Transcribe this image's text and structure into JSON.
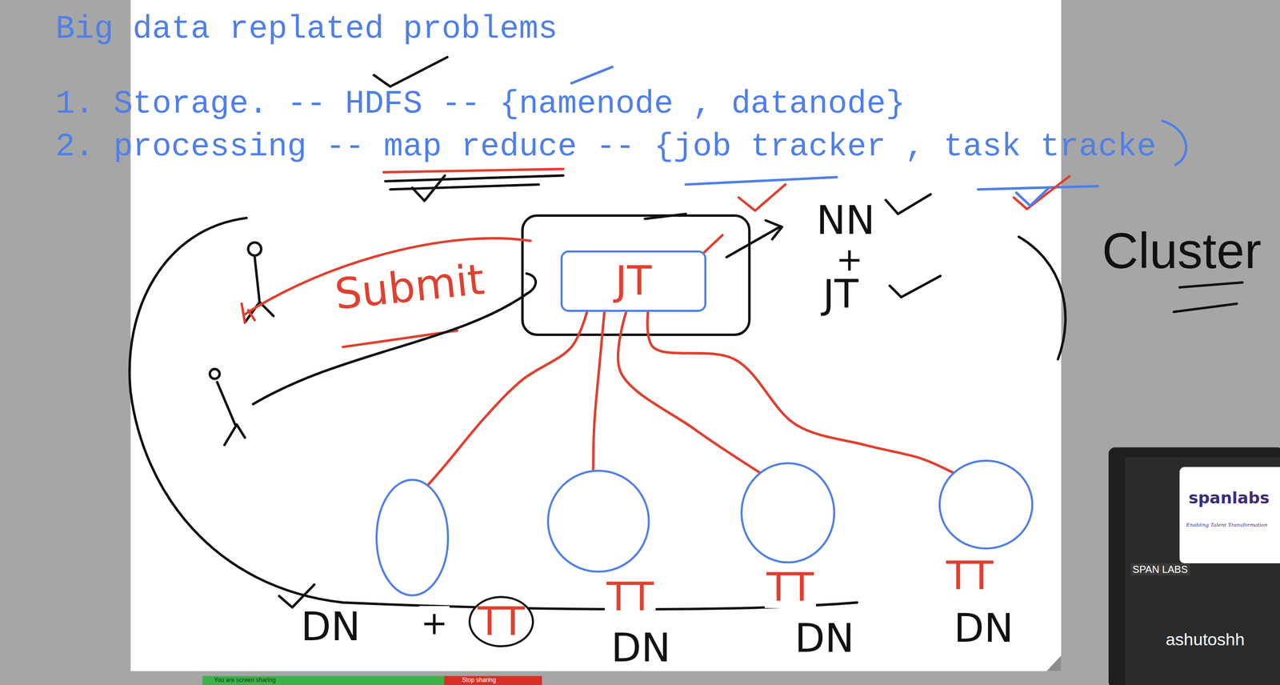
{
  "diagram": {
    "title": "Big data replated problems",
    "nodes": [
      {
        "text": [
          "JT"
        ]
      },
      {
        "text": [
          "DN",
          "+",
          "TT"
        ]
      },
      {
        "text": [
          "TT",
          "DN"
        ]
      },
      {
        "text": [
          "TT",
          "DN"
        ]
      },
      {
        "text": [
          "TT",
          "DN"
        ]
      }
    ],
    "edges": [
      {
        "from": 0,
        "to": 1,
        "arrow": "none"
      },
      {
        "from": 0,
        "to": 2,
        "arrow": "none"
      },
      {
        "from": 0,
        "to": 3,
        "arrow": "none"
      },
      {
        "from": 0,
        "to": 4,
        "arrow": "none"
      }
    ],
    "labels": [
      "1. Storage. -- HDFS -- {namenode , datanode}",
      "2. processing -- map reduce -- {job tracker , task tracke",
      "Submit",
      "NN",
      "+",
      "JT",
      "Cluster",
      "You are screen sharing",
      "Stop sharing",
      "spanlabs",
      "Enabling Talent Transformation",
      "SPAN LABS",
      "ashutoshh"
    ]
  }
}
